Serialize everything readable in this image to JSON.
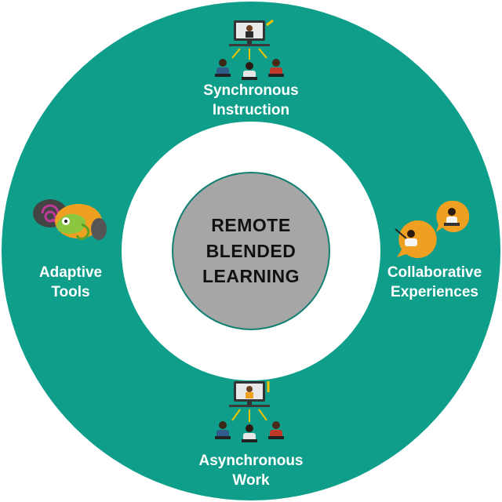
{
  "colors": {
    "ring": "#0e9e8a",
    "gap": "#ffffff",
    "center": "#a6a6a6",
    "center_border": "#0e7f70",
    "label_text": "#ffffff",
    "center_text": "#111111",
    "accent_yellow": "#f5c400",
    "accent_orange": "#f0a020"
  },
  "center": {
    "lines": [
      "REMOTE",
      "BLENDED",
      "LEARNING"
    ]
  },
  "segments": {
    "top": {
      "icon": "video-lecture-icon",
      "lines": [
        "Synchronous",
        "Instruction"
      ]
    },
    "left": {
      "icon": "chameleon-icon",
      "lines": [
        "Adaptive",
        "Tools"
      ]
    },
    "right": {
      "icon": "chat-bubbles-icon",
      "lines": [
        "Collaborative",
        "Experiences"
      ]
    },
    "bottom": {
      "icon": "video-lecture-icon",
      "lines": [
        "Asynchronous",
        "Work"
      ]
    }
  }
}
